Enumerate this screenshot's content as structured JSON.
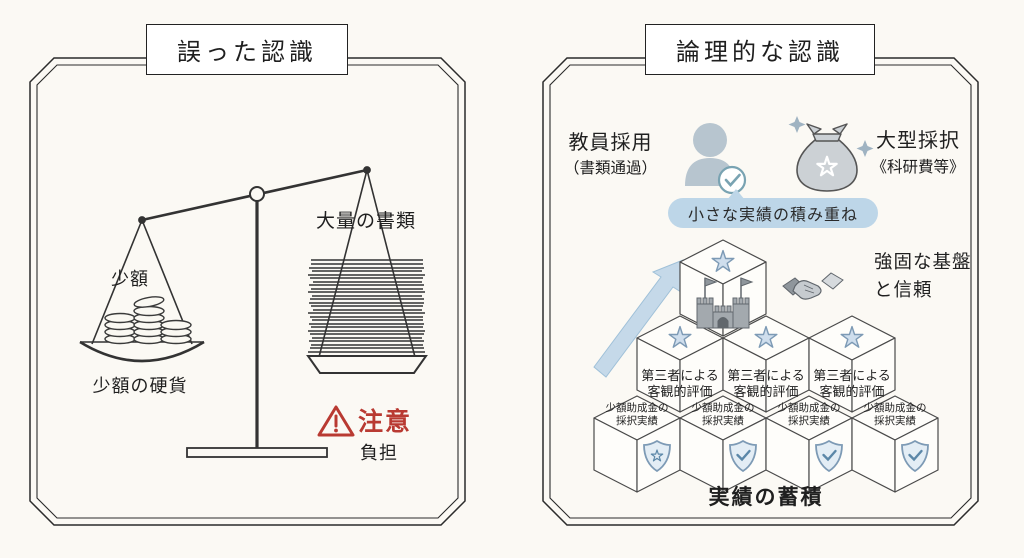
{
  "colors": {
    "background": "#fbf9f4",
    "line": "#2b2b2b",
    "accent_red": "#b93a32",
    "bubble_blue": "#bdd6e8",
    "star_blue_fill": "#cfdeed",
    "star_blue_stroke": "#7d9ab5",
    "castle_grey": "#a3a9ae"
  },
  "icons": [
    "person-icon",
    "check-icon",
    "money-bag-icon",
    "sparkle-icon",
    "castle-icon",
    "handshake-icon",
    "star-icon",
    "shield-star-icon",
    "shield-check-icon",
    "growth-arrow-icon",
    "balance-scale-icon",
    "coin-stack-icon",
    "paper-stack-icon",
    "warning-icon",
    "speech-bubble"
  ],
  "left_panel": {
    "title": "誤った認識",
    "documents_label": "大量の書類",
    "coins_label": "少額",
    "coins_caption": "少額の硬貨",
    "warning_label": "注意",
    "burden_label": "負担"
  },
  "right_panel": {
    "title": "論理的な認識",
    "teacher": {
      "line1": "教員採用",
      "line2": "（書類通過）"
    },
    "grant": {
      "line1": "大型採択",
      "line2": "《科研費等》"
    },
    "bubble": "小さな実績の積み重ね",
    "foundation": {
      "line1": "強固な基盤",
      "line2": "と信頼"
    },
    "evaluation": {
      "line1": "第三者による",
      "line2": "客観的評価"
    },
    "small_grant": {
      "line1": "少額助成金の",
      "line2": "採択実績"
    },
    "bottom_caption": "実績の蓄積"
  }
}
